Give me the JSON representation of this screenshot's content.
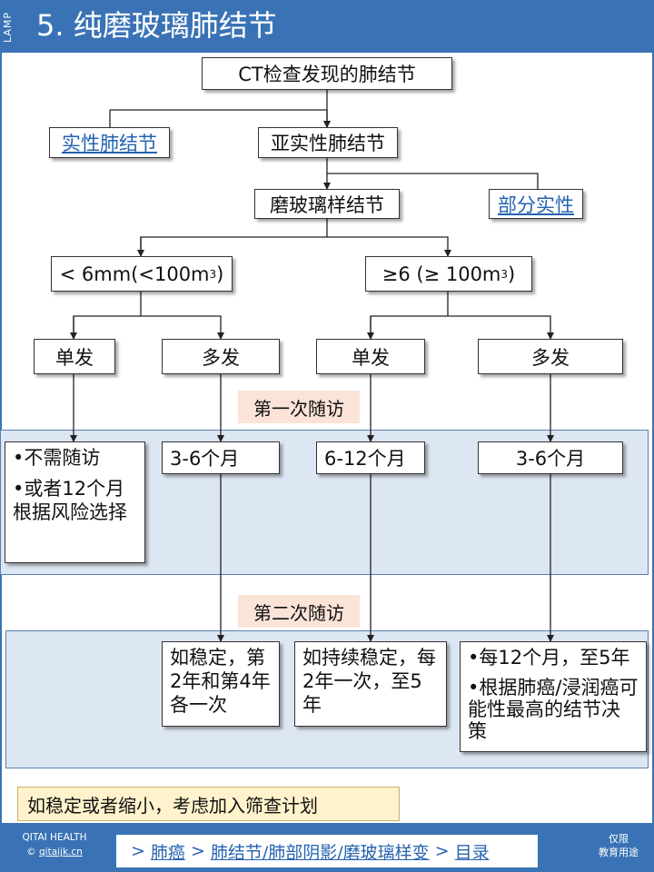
{
  "header": {
    "side_label": "LAMP",
    "title": "5. 纯磨玻璃肺结节"
  },
  "flow": {
    "root": "CT检查发现的肺结节",
    "solid": "实性肺结节",
    "subsolid": "亚实性肺结节",
    "ggn": "磨玻璃样结节",
    "part_solid": "部分实性",
    "small": "< 6mm(<100m",
    "small_sup": "3",
    "small_end": ")",
    "large": "≥6 (≥ 100m",
    "large_sup": "3",
    "large_end": ")",
    "single_left": "单发",
    "multi_left": "多发",
    "single_right": "单发",
    "multi_right": "多发"
  },
  "first_followup": {
    "label": "第一次随访",
    "a_line1": "•不需随访",
    "a_line2": "•或者12个月根据风险选择",
    "b": "3-6个月",
    "c": "6-12个月",
    "d": "3-6个月"
  },
  "second_followup": {
    "label": "第二次随访",
    "b": "如稳定，第2年和第4年各一次",
    "c": "如持续稳定，每2年一次，至5年",
    "d_line1": "•每12个月，至5年",
    "d_line2": "•根据肺癌/浸润癌可能性最高的结节决策"
  },
  "note": "如稳定或者缩小，考虑加入筛查计划",
  "footer": {
    "brand_line1": "QITAI HEALTH",
    "brand_copy": "©",
    "brand_site": "qitaijk.cn",
    "crumb_sep": ">",
    "crumb1": "肺癌",
    "crumb2": "肺结节/肺部阴影/磨玻璃样变",
    "crumb3": "目录",
    "edu_line1": "仅限",
    "edu_line2": "教育用途"
  },
  "colors": {
    "header_blue": "#3a73b5",
    "band_fill": "#dde7f3",
    "label_fill": "#fbe3d8",
    "note_fill": "#fff2cc",
    "link_blue": "#2563b0"
  }
}
